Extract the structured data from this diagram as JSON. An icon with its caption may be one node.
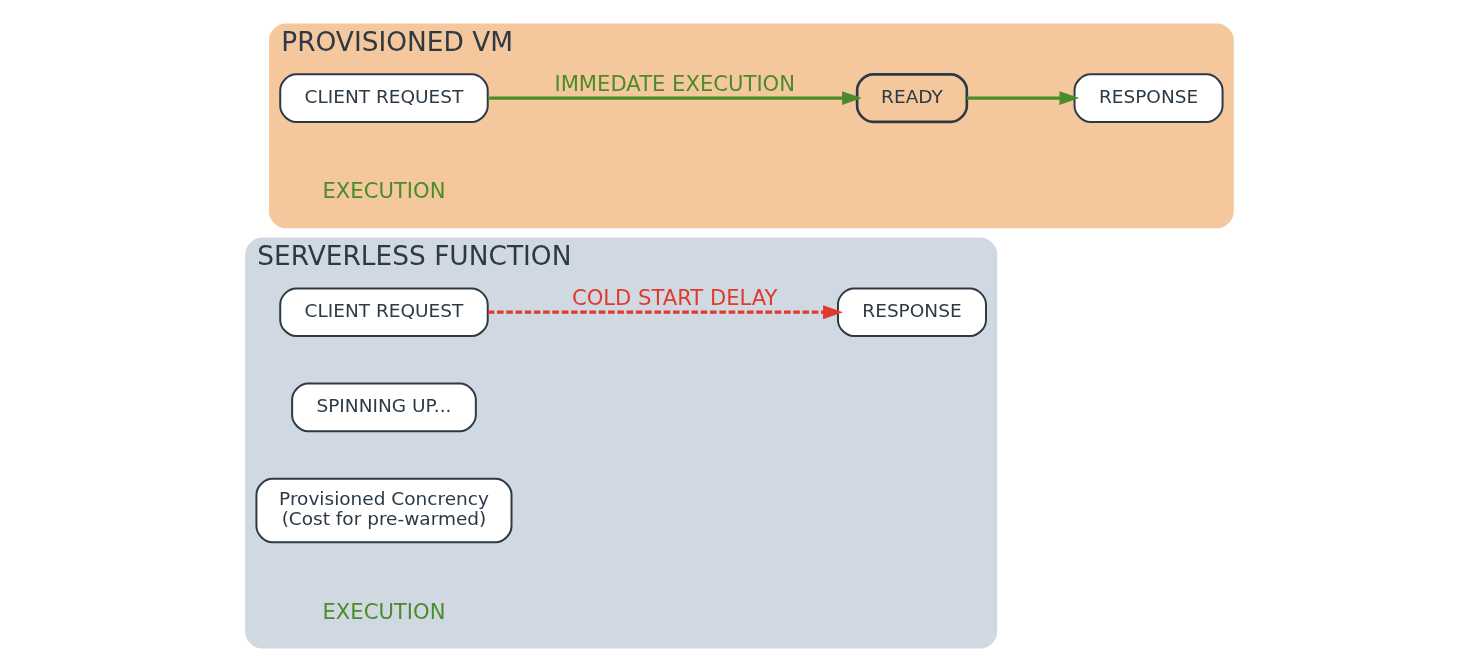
{
  "diagram": {
    "nodes": [
      {
        "text": [
          "SERVERLESS FUNCTION"
        ]
      },
      {
        "text": [
          "CLIENT REQUEST"
        ],
        "in": 0
      },
      {
        "text": [
          "SPINNING UP..."
        ],
        "in": 0
      },
      {
        "text": [
          "Provisioned Concrency",
          "(Cost for pre-warmed)"
        ],
        "in": 0
      },
      {
        "text": [
          "RESPONSE"
        ],
        "in": 0
      },
      {
        "text": [
          "PROVISIONED VM"
        ]
      },
      {
        "text": [
          "CLIENT REQUEST"
        ],
        "in": 5
      },
      {
        "text": [
          "READY"
        ],
        "in": 5
      },
      {
        "text": [
          "RESPONSE"
        ],
        "in": 5
      }
    ],
    "edges": [
      {
        "from": 1,
        "to": 4,
        "arrow": "to",
        "label": "COLD START DELAY",
        "style": "dashed",
        "color": "#e03a2f"
      },
      {
        "from": 6,
        "to": 7,
        "arrow": "to",
        "label": "IMMEDATE EXECUTION"
      },
      {
        "from": 7,
        "to": 8,
        "arrow": "to"
      }
    ],
    "labels": [
      "EXECUTION",
      "EXECUTION"
    ]
  }
}
